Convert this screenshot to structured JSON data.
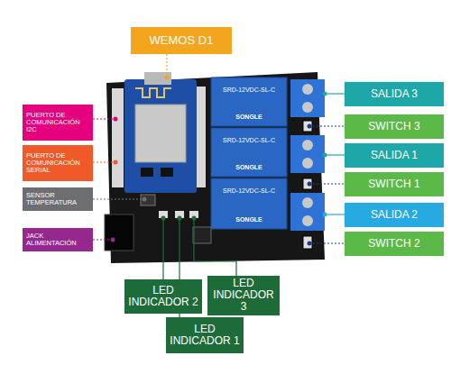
{
  "diagram": {
    "nodes": [
      {
        "text": [
          "WEMOS D1"
        ]
      },
      {
        "text": [
          "PUERTO DE COMUNICACIÓN I2C"
        ]
      },
      {
        "text": [
          "PUERTO DE COMUNICACIÓN SERIAL"
        ]
      },
      {
        "text": [
          "SENSOR TEMPERATURA"
        ]
      },
      {
        "text": [
          "JACK ALIMENTACIÓN"
        ]
      },
      {
        "text": [
          "SALIDA 3"
        ]
      },
      {
        "text": [
          "SWITCH 3"
        ]
      },
      {
        "text": [
          "SALIDA 1"
        ]
      },
      {
        "text": [
          "SWITCH 1"
        ]
      },
      {
        "text": [
          "SALIDA 2"
        ]
      },
      {
        "text": [
          "SWITCH 2"
        ]
      },
      {
        "text": [
          "LED INDICADOR 2"
        ]
      },
      {
        "text": [
          "LED INDICADOR 3"
        ]
      },
      {
        "text": [
          "LED INDICADOR 1"
        ]
      }
    ],
    "labels": [
      "SRD-12VDC-SL-C",
      "SONGLE",
      "SRD-12VDC-SL-C",
      "SONGLE",
      "SRD-12VDC-SL-C",
      "SONGLE"
    ]
  }
}
